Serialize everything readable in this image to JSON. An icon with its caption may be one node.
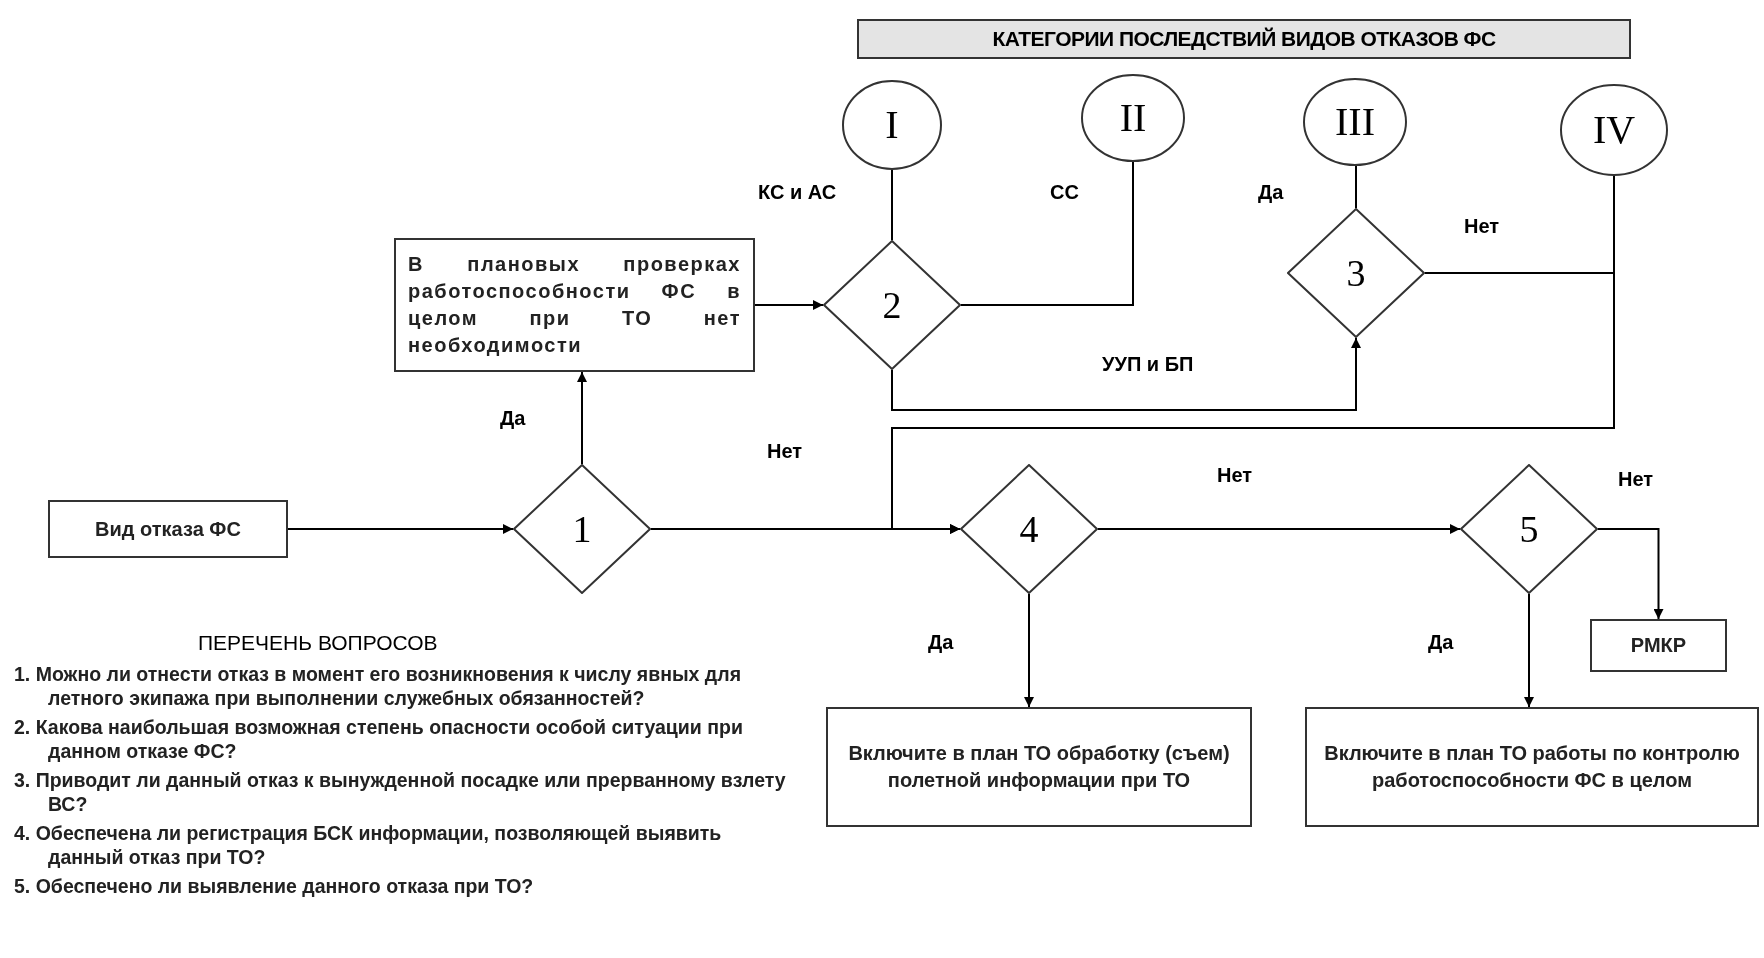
{
  "diagram": {
    "title": "КАТЕГОРИИ ПОСЛЕДСТВИЙ ВИДОВ ОТКАЗОВ ФС",
    "nodes": [
      {
        "text": [
          "Вид отказа ФС"
        ]
      },
      {
        "text": [
          "1"
        ]
      },
      {
        "text": [
          "В плановых проверках работоспособности ФС в целом при ТО нет необходимости"
        ]
      },
      {
        "text": [
          "2"
        ]
      },
      {
        "text": [
          "I"
        ]
      },
      {
        "text": [
          "II"
        ]
      },
      {
        "text": [
          "3"
        ]
      },
      {
        "text": [
          "III"
        ]
      },
      {
        "text": [
          "IV"
        ]
      },
      {
        "text": [
          "4"
        ]
      },
      {
        "text": [
          "5"
        ]
      },
      {
        "text": [
          "РМКР"
        ]
      },
      {
        "text": [
          "Включите в план ТО обработку (съем) полетной информации при ТО"
        ]
      },
      {
        "text": [
          "Включите в план ТО работы по контролю работоспособности ФС в целом"
        ]
      }
    ],
    "edges": [
      {
        "from": 0,
        "to": 1,
        "arrow": "to"
      },
      {
        "from": 1,
        "to": 2,
        "arrow": "to",
        "label": "Да"
      },
      {
        "from": 2,
        "to": 3,
        "arrow": "to"
      },
      {
        "from": 3,
        "to": 4,
        "arrow": "none",
        "label": "КС и АС"
      },
      {
        "from": 3,
        "to": 5,
        "arrow": "none",
        "label": "СС"
      },
      {
        "from": 3,
        "to": 6,
        "arrow": "to",
        "label": "УУП и БП"
      },
      {
        "from": 6,
        "to": 7,
        "arrow": "none",
        "label": "Да"
      },
      {
        "from": 6,
        "to": 8,
        "arrow": "none",
        "label": "Нет"
      },
      {
        "from": 1,
        "to": 9,
        "arrow": "to",
        "label": "Нет"
      },
      {
        "from": 8,
        "to": 9,
        "arrow": "to"
      },
      {
        "from": 9,
        "to": 10,
        "arrow": "to",
        "label": "Нет"
      },
      {
        "from": 9,
        "to": 12,
        "arrow": "to",
        "label": "Да"
      },
      {
        "from": 10,
        "to": 11,
        "arrow": "to",
        "label": "Нет"
      },
      {
        "from": 10,
        "to": 13,
        "arrow": "to",
        "label": "Да"
      }
    ],
    "labels": [
      "ПЕРЕЧЕНЬ ВОПРОСОВ",
      "1. Можно ли отнести отказ в момент его возникновения к числу явных для летного экипажа при выполнении служебных обязанностей?",
      "2. Какова наибольшая возможная степень опасности особой ситуации при данном отказе ФС?",
      "3. Приводит ли данный отказ к вынужденной посадке или прерванному взлету ВС?",
      "4. Обеспечена ли регистрация БСК информации, позволяющей выявить данный отказ при ТО?",
      "5. Обеспечено ли выявление данного отказа при ТО?"
    ]
  }
}
